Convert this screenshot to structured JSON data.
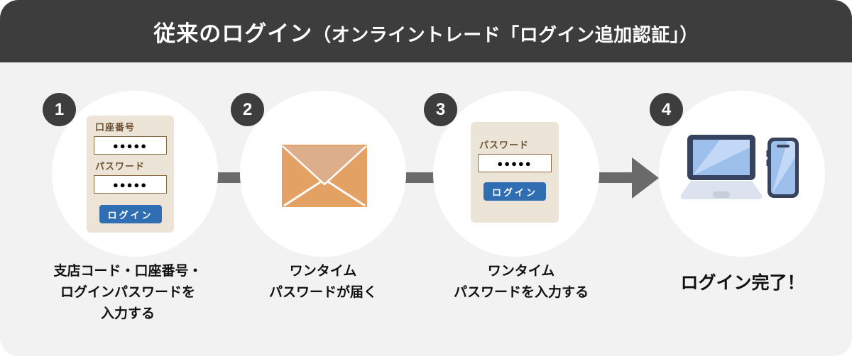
{
  "title": {
    "main": "従来のログイン",
    "sub": "（オンライントレード「ログイン追加認証」）"
  },
  "colors": {
    "header_bg": "#3D3D3D",
    "panel_bg": "#F2F2F2",
    "step_circle": "#FFFFFF",
    "badge_bg": "#3D3D3D",
    "badge_text": "#FFFFFF",
    "title_text": "#FFFFFF",
    "connector": "#6A6A6A",
    "caption_text": "#111111",
    "form_card_bg": "#ECE5D7",
    "form_label": "#6F5233",
    "input_border": "#8A6B44",
    "input_bg": "#FFFFFF",
    "dots": "#000000",
    "login_button_bg": "#2F6EB3",
    "login_button_text": "#FFFFFF",
    "envelope_body": "#E3A163",
    "envelope_flap": "#DDAE8A",
    "device_outline": "#37425E",
    "device_screen": "#9DBFEC",
    "device_screen_highlight": "#C3D8F6",
    "laptop_base": "#DCE3EE",
    "laptop_base_notch": "#C6CEDC"
  },
  "steps": [
    {
      "number": "1",
      "caption_lines": [
        "支店コード・口座番号・",
        "ログインパスワードを",
        "入力する"
      ],
      "form": {
        "fields": [
          {
            "label": "口座番号",
            "value": "●●●●●"
          },
          {
            "label": "パスワード",
            "value": "●●●●●"
          }
        ],
        "button_label": "ログイン"
      }
    },
    {
      "number": "2",
      "caption_lines": [
        "ワンタイム",
        "パスワードが届く"
      ],
      "icon": "envelope-icon"
    },
    {
      "number": "3",
      "caption_lines": [
        "ワンタイム",
        "パスワードを入力する"
      ],
      "form": {
        "fields": [
          {
            "label": "パスワード",
            "value": "●●●●●"
          }
        ],
        "button_label": "ログイン"
      }
    },
    {
      "number": "4",
      "caption_lines": [
        "ログイン完了！"
      ],
      "icon": "laptop-phone-icon"
    }
  ]
}
